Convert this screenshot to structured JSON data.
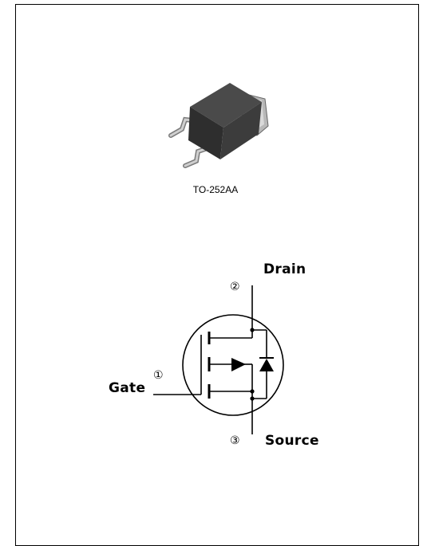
{
  "package": {
    "label": "TO-252AA",
    "image_icon": "to252-package-icon"
  },
  "symbol": {
    "icon": "n-channel-mosfet-symbol",
    "pins": [
      {
        "number": "①",
        "name": "Gate"
      },
      {
        "number": "②",
        "name": "Drain"
      },
      {
        "number": "③",
        "name": "Source"
      }
    ]
  }
}
